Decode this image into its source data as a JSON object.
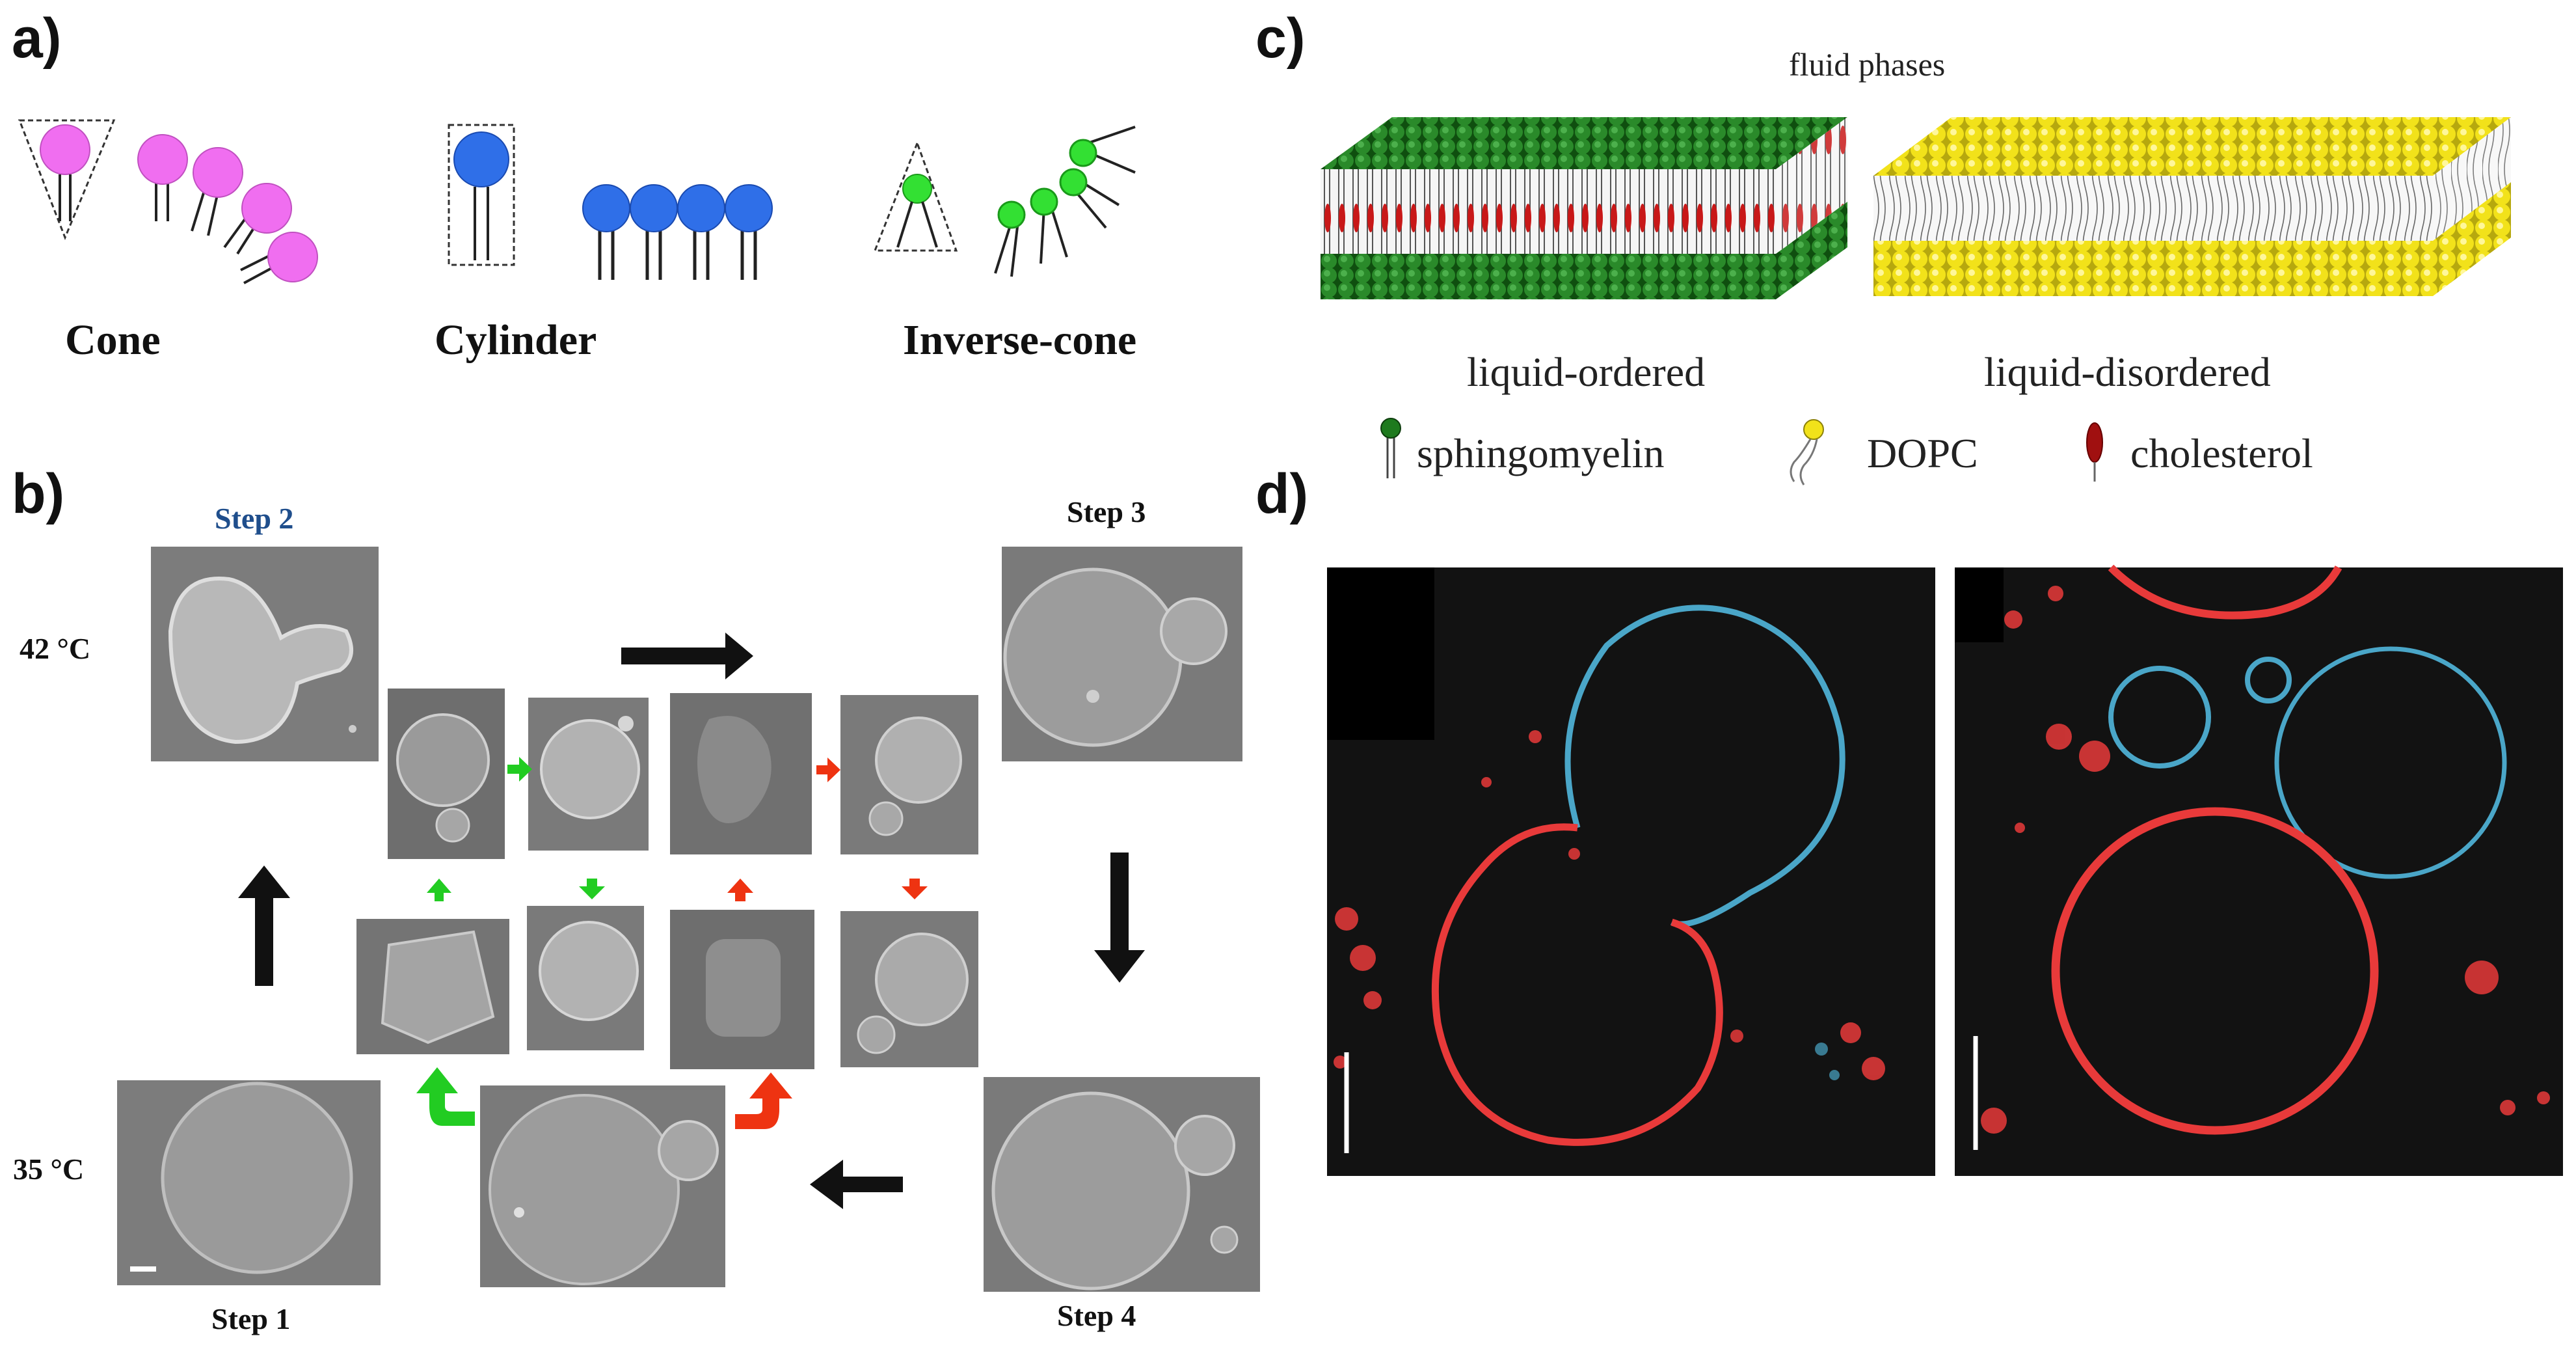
{
  "panels": {
    "a": "a)",
    "b": "b)",
    "c": "c)",
    "d": "d)"
  },
  "panel_a": {
    "shapes": [
      {
        "label": "Cone",
        "color": "#f06ef0"
      },
      {
        "label": "Cylinder",
        "color": "#2f6fe8"
      },
      {
        "label": "Inverse-cone",
        "color": "#33e033"
      }
    ]
  },
  "panel_b": {
    "steps": [
      "Step 1",
      "Step 2",
      "Step 3",
      "Step 4"
    ],
    "step2_color": "#1f4e8c",
    "temperatures": [
      "42 °C",
      "35 °C"
    ],
    "arrow_colors": {
      "main": "#111111",
      "green": "#22cc22",
      "red": "#ee3311"
    }
  },
  "panel_c": {
    "title": "fluid phases",
    "phases": [
      "liquid-ordered",
      "liquid-disordered"
    ],
    "legend": [
      "sphingomyelin",
      "DOPC",
      "cholesterol"
    ],
    "colors": {
      "sphingomyelin": "#1e7a1e",
      "DOPC": "#f2e21a",
      "cholesterol": "#cc1111"
    }
  },
  "panel_d": {
    "channel_colors": {
      "ordered": "#e83a3a",
      "disordered": "#4aa6c8"
    },
    "background": "#111111"
  }
}
